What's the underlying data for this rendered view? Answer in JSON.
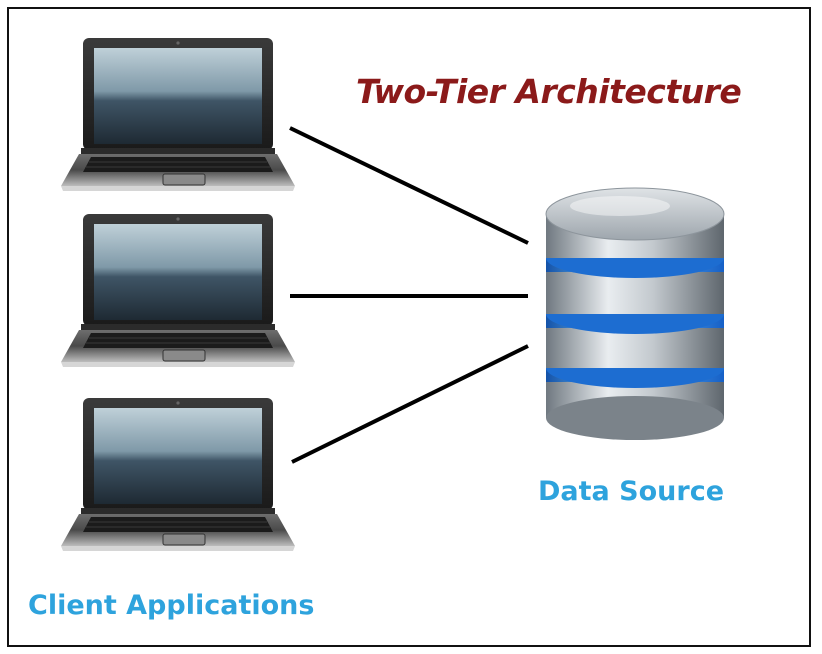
{
  "diagram": {
    "title": "Two-Tier Architecture",
    "server_label": "Data Source",
    "clients_label": "Client Applications",
    "colors": {
      "title": "#8b1a1a",
      "labels": "#2ea3dd",
      "connector": "#000000",
      "db_ring": "#2f8fe6",
      "db_body": "#9aa3ab"
    },
    "nodes": [
      {
        "id": "client-1",
        "icon": "laptop-icon"
      },
      {
        "id": "client-2",
        "icon": "laptop-icon"
      },
      {
        "id": "client-3",
        "icon": "laptop-icon"
      },
      {
        "id": "data-source",
        "icon": "database-icon"
      }
    ],
    "edges": [
      {
        "from": "client-1",
        "to": "data-source"
      },
      {
        "from": "client-2",
        "to": "data-source"
      },
      {
        "from": "client-3",
        "to": "data-source"
      }
    ]
  }
}
